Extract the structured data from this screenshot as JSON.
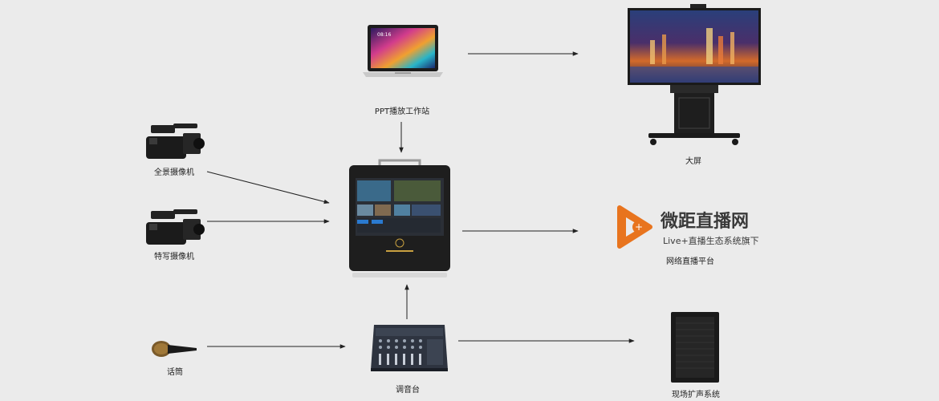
{
  "labels": {
    "laptop": "PPT播放工作站",
    "big_screen": "大屏",
    "camera_wide": "全景摄像机",
    "camera_close": "特写摄像机",
    "live_platform": "网络直播平台",
    "microphone": "话筒",
    "mixer": "调音台",
    "speaker": "现场扩声系统"
  },
  "logo": {
    "title": "微距直播网",
    "subtitle": "Live+直播生态系统旗下"
  },
  "laptop_screen": {
    "time": "08:16"
  },
  "colors": {
    "background": "#ebebeb",
    "arrow": "#222222",
    "logo_orange": "#e8741e"
  },
  "icons": {
    "laptop": "laptop-icon",
    "big_screen": "tv-stand-icon",
    "camera": "video-camera-icon",
    "switcher": "video-switcher-icon",
    "logo": "play-logo-icon",
    "microphone": "microphone-icon",
    "mixer": "audio-mixer-icon",
    "speaker": "speaker-icon"
  }
}
